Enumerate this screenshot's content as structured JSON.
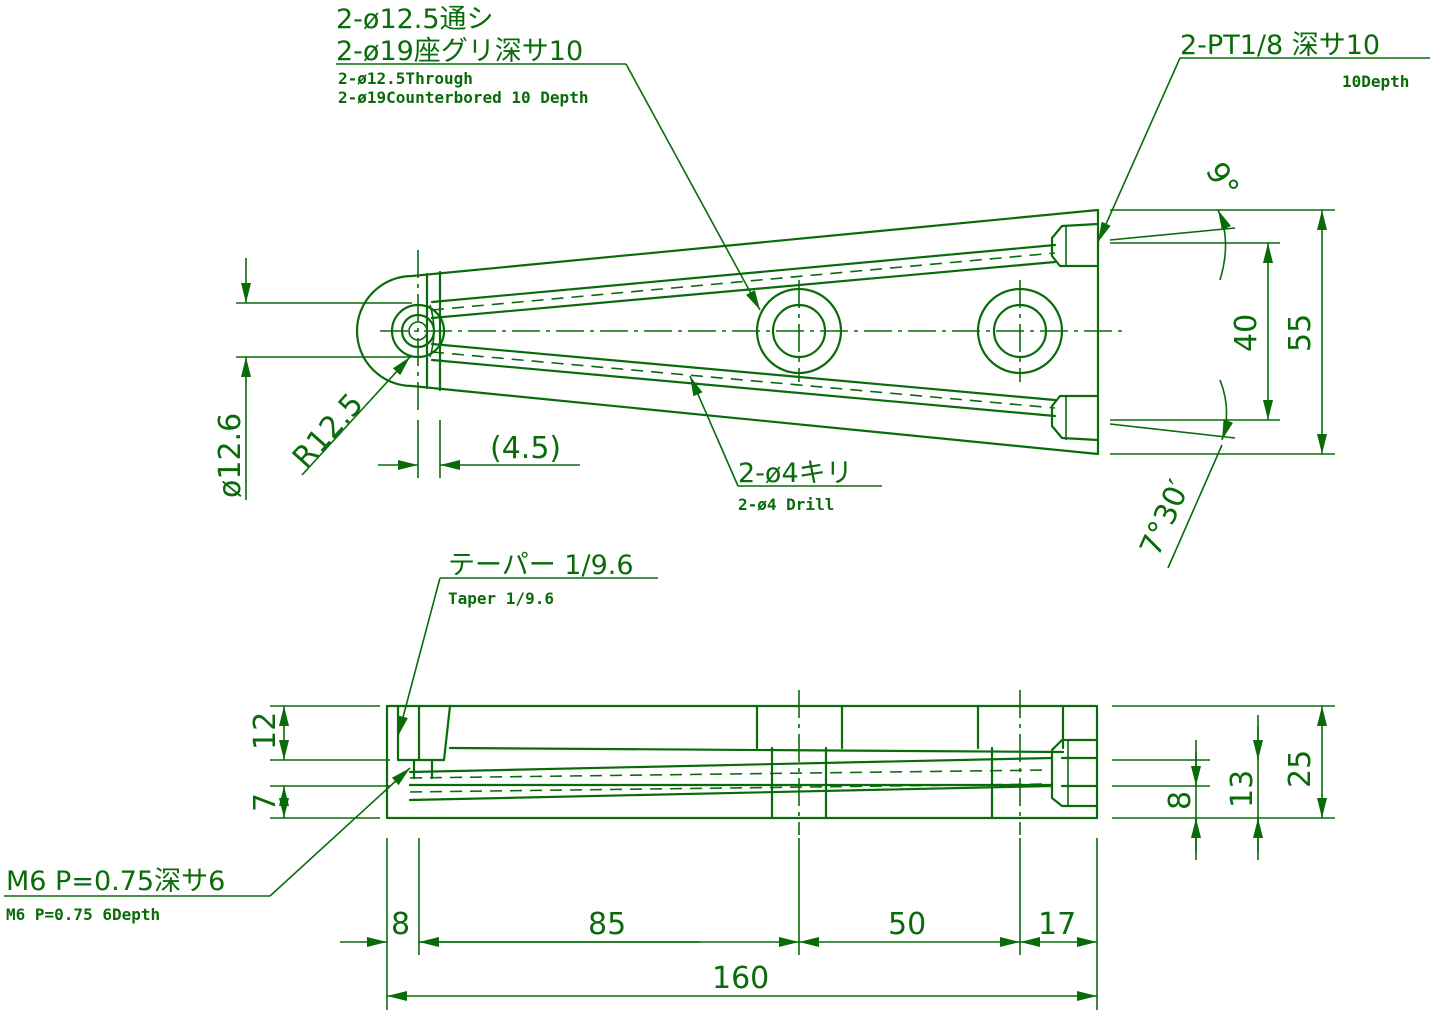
{
  "callouts": {
    "holes_jp_1": "2-ø12.5通シ",
    "holes_jp_2": "2-ø19座グリ深サ10",
    "holes_en_1": "2-ø12.5Through",
    "holes_en_2": "2-ø19Counterbored 10 Depth",
    "pt_jp": "2-PT1/8 深サ10",
    "pt_en": "10Depth",
    "drill_jp": "2-ø4キリ",
    "drill_en": "2-ø4 Drill",
    "taper_jp": "テーパー 1/9.6",
    "taper_en": "Taper 1/9.6",
    "m6_jp": "M6 P=0.75深サ6",
    "m6_en": "M6 P=0.75 6Depth"
  },
  "dimensions": {
    "d12_6": "ø12.6",
    "r12_5": "R12.5",
    "d4_5": "(4.5)",
    "angle9": "9°",
    "angle7_30": "7°30′",
    "h40": "40",
    "h55": "55",
    "s12": "12",
    "s7": "7",
    "s8v": "8",
    "s13": "13",
    "s25": "25",
    "b8": "8",
    "b85": "85",
    "b50": "50",
    "b17": "17",
    "b160": "160"
  }
}
